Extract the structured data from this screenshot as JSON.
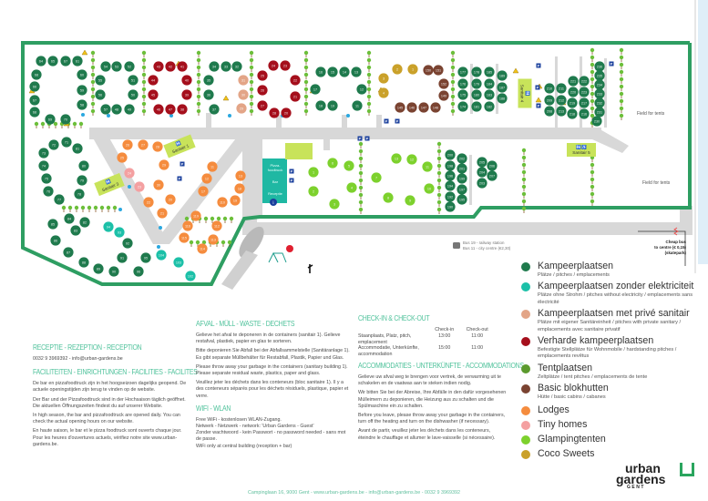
{
  "colors": {
    "camp": "#1f7a4d",
    "teal": "#1cc0a8",
    "salmon": "#e3a587",
    "red": "#a50f1c",
    "tent": "#5b9a2d",
    "brown": "#7a4331",
    "orange": "#f58c3e",
    "pink": "#f4a0a1",
    "lime": "#7dd12d",
    "gold": "#caa12a",
    "border": "#2e9e62",
    "road": "#d8d8d8",
    "heading": "#4fc29b"
  },
  "map": {
    "sanitair": [
      "Sanitair 1",
      "Sanitair 3",
      "Sanitair 4",
      "Sanitair 5"
    ],
    "building": [
      "Pizza-foodtruck",
      "Bar",
      "Receptie"
    ],
    "fields": [
      "Field for tents",
      "Field for tents"
    ],
    "bus": [
      "Bus 19 - railway station",
      "Bus 11 - city centre (€2,30)"
    ],
    "cheap_bus": [
      "Cheap bus",
      "to centre (€ 0,15)",
      "(skatepark)"
    ],
    "pitches": [
      {
        "n": "64",
        "t": "camp"
      },
      {
        "n": "65",
        "t": "camp"
      },
      {
        "n": "67",
        "t": "camp"
      },
      {
        "n": "61",
        "t": "camp"
      },
      {
        "n": "68",
        "t": "camp"
      },
      {
        "n": "66",
        "t": "camp"
      },
      {
        "n": "67",
        "t": "camp"
      },
      {
        "n": "68",
        "t": "camp"
      },
      {
        "n": "69",
        "t": "camp"
      },
      {
        "n": "70",
        "t": "camp"
      },
      {
        "n": "60",
        "t": "camp"
      },
      {
        "n": "59",
        "t": "camp"
      },
      {
        "n": "58",
        "t": "camp"
      },
      {
        "n": "54",
        "t": "camp"
      },
      {
        "n": "53",
        "t": "camp"
      },
      {
        "n": "52",
        "t": "camp"
      },
      {
        "n": "55",
        "t": "camp"
      },
      {
        "n": "51",
        "t": "camp"
      },
      {
        "n": "56",
        "t": "camp"
      },
      {
        "n": "50",
        "t": "camp"
      },
      {
        "n": "57",
        "t": "camp"
      },
      {
        "n": "48",
        "t": "camp"
      },
      {
        "n": "49",
        "t": "camp"
      },
      {
        "n": "43",
        "t": "red"
      },
      {
        "n": "42",
        "t": "red"
      },
      {
        "n": "41",
        "t": "red"
      },
      {
        "n": "44",
        "t": "red"
      },
      {
        "n": "40",
        "t": "red"
      },
      {
        "n": "45",
        "t": "red"
      },
      {
        "n": "39",
        "t": "red"
      },
      {
        "n": "46",
        "t": "red"
      },
      {
        "n": "47",
        "t": "red"
      },
      {
        "n": "38",
        "t": "red"
      },
      {
        "n": "34",
        "t": "camp"
      },
      {
        "n": "33",
        "t": "camp"
      },
      {
        "n": "32",
        "t": "camp"
      },
      {
        "n": "35",
        "t": "camp"
      },
      {
        "n": "36",
        "t": "camp"
      },
      {
        "n": "37",
        "t": "camp"
      },
      {
        "n": "31",
        "t": "salmon"
      },
      {
        "n": "30",
        "t": "salmon"
      },
      {
        "n": "29",
        "t": "salmon"
      },
      {
        "n": "24",
        "t": "red"
      },
      {
        "n": "23",
        "t": "red"
      },
      {
        "n": "25",
        "t": "red"
      },
      {
        "n": "22",
        "t": "red"
      },
      {
        "n": "26",
        "t": "red"
      },
      {
        "n": "21",
        "t": "red"
      },
      {
        "n": "27",
        "t": "red"
      },
      {
        "n": "28",
        "t": "red"
      },
      {
        "n": "20",
        "t": "red"
      },
      {
        "n": "16",
        "t": "camp"
      },
      {
        "n": "15",
        "t": "camp"
      },
      {
        "n": "14",
        "t": "camp"
      },
      {
        "n": "13",
        "t": "camp"
      },
      {
        "n": "17",
        "t": "camp"
      },
      {
        "n": "12",
        "t": "camp"
      },
      {
        "n": "18",
        "t": "camp"
      },
      {
        "n": "19",
        "t": "camp"
      },
      {
        "n": "11",
        "t": "camp"
      },
      {
        "n": "3",
        "t": "gold"
      },
      {
        "n": "2",
        "t": "gold"
      },
      {
        "n": "1",
        "t": "gold"
      },
      {
        "n": "4",
        "t": "gold"
      },
      {
        "n": "150",
        "t": "brown"
      },
      {
        "n": "151",
        "t": "brown"
      },
      {
        "n": "152",
        "t": "brown"
      },
      {
        "n": "149",
        "t": "brown"
      },
      {
        "n": "145",
        "t": "brown"
      },
      {
        "n": "146",
        "t": "brown"
      },
      {
        "n": "147",
        "t": "brown"
      },
      {
        "n": "148",
        "t": "brown"
      },
      {
        "n": "177",
        "t": "camp"
      },
      {
        "n": "178",
        "t": "camp"
      },
      {
        "n": "185",
        "t": "camp"
      },
      {
        "n": "176",
        "t": "camp"
      },
      {
        "n": "179",
        "t": "camp"
      },
      {
        "n": "184",
        "t": "camp"
      },
      {
        "n": "175",
        "t": "camp"
      },
      {
        "n": "180",
        "t": "camp"
      },
      {
        "n": "183",
        "t": "camp"
      },
      {
        "n": "174",
        "t": "camp"
      },
      {
        "n": "181",
        "t": "camp"
      },
      {
        "n": "182",
        "t": "camp"
      },
      {
        "n": "189",
        "t": "camp"
      },
      {
        "n": "187",
        "t": "camp"
      },
      {
        "n": "188",
        "t": "camp"
      },
      {
        "n": "210",
        "t": "camp"
      },
      {
        "n": "209",
        "t": "camp"
      },
      {
        "n": "208",
        "t": "camp"
      },
      {
        "n": "211",
        "t": "camp"
      },
      {
        "n": "212",
        "t": "camp"
      },
      {
        "n": "213",
        "t": "camp"
      },
      {
        "n": "221",
        "t": "camp"
      },
      {
        "n": "220",
        "t": "camp"
      },
      {
        "n": "219",
        "t": "camp"
      },
      {
        "n": "218",
        "t": "camp"
      },
      {
        "n": "222",
        "t": "camp"
      },
      {
        "n": "223",
        "t": "camp"
      },
      {
        "n": "217",
        "t": "camp"
      },
      {
        "n": "216",
        "t": "camp"
      },
      {
        "n": "236",
        "t": "camp"
      },
      {
        "n": "235",
        "t": "camp"
      },
      {
        "n": "234",
        "t": "camp"
      },
      {
        "n": "233",
        "t": "camp"
      },
      {
        "n": "232",
        "t": "camp"
      },
      {
        "n": "231",
        "t": "camp"
      },
      {
        "n": "230",
        "t": "camp"
      },
      {
        "n": "71",
        "t": "camp"
      },
      {
        "n": "72",
        "t": "camp"
      },
      {
        "n": "73",
        "t": "camp"
      },
      {
        "n": "74",
        "t": "camp"
      },
      {
        "n": "75",
        "t": "camp"
      },
      {
        "n": "76",
        "t": "camp"
      },
      {
        "n": "77",
        "t": "camp"
      },
      {
        "n": "81",
        "t": "camp"
      },
      {
        "n": "80",
        "t": "camp"
      },
      {
        "n": "79",
        "t": "camp"
      },
      {
        "n": "78",
        "t": "camp"
      },
      {
        "n": "84",
        "t": "camp"
      },
      {
        "n": "85",
        "t": "camp"
      },
      {
        "n": "83",
        "t": "camp"
      },
      {
        "n": "82",
        "t": "camp"
      },
      {
        "n": "86",
        "t": "camp"
      },
      {
        "n": "87",
        "t": "camp"
      },
      {
        "n": "88",
        "t": "camp"
      },
      {
        "n": "89",
        "t": "camp"
      },
      {
        "n": "90",
        "t": "camp"
      },
      {
        "n": "91",
        "t": "camp"
      },
      {
        "n": "94",
        "t": "teal"
      },
      {
        "n": "93",
        "t": "teal"
      },
      {
        "n": "92",
        "t": "camp"
      },
      {
        "n": "95",
        "t": "camp"
      },
      {
        "n": "96",
        "t": "camp"
      },
      {
        "n": "104",
        "t": "teal"
      },
      {
        "n": "103",
        "t": "teal"
      },
      {
        "n": "102",
        "t": "teal"
      },
      {
        "n": "26",
        "t": "orange"
      },
      {
        "n": "27",
        "t": "orange"
      },
      {
        "n": "28",
        "t": "orange"
      },
      {
        "n": "25",
        "t": "orange"
      },
      {
        "n": "24",
        "t": "pink"
      },
      {
        "n": "23",
        "t": "pink"
      },
      {
        "n": "29",
        "t": "orange"
      },
      {
        "n": "30",
        "t": "orange"
      },
      {
        "n": "22",
        "t": "orange"
      },
      {
        "n": "20",
        "t": "orange"
      },
      {
        "n": "21",
        "t": "orange"
      },
      {
        "n": "119",
        "t": "orange"
      },
      {
        "n": "116",
        "t": "orange"
      },
      {
        "n": "115",
        "t": "orange"
      },
      {
        "n": "112",
        "t": "orange"
      },
      {
        "n": "113",
        "t": "orange"
      },
      {
        "n": "114",
        "t": "orange"
      },
      {
        "n": "110",
        "t": "orange"
      },
      {
        "n": "17",
        "t": "orange"
      },
      {
        "n": "12",
        "t": "orange"
      },
      {
        "n": "18",
        "t": "orange"
      },
      {
        "n": "19",
        "t": "orange"
      },
      {
        "n": "13",
        "t": "orange"
      },
      {
        "n": "11",
        "t": "orange"
      },
      {
        "n": "1",
        "t": "lime"
      },
      {
        "n": "2",
        "t": "lime"
      },
      {
        "n": "3",
        "t": "lime"
      },
      {
        "n": "4",
        "t": "lime"
      },
      {
        "n": "5",
        "t": "lime"
      },
      {
        "n": "6",
        "t": "lime"
      },
      {
        "n": "7",
        "t": "lime"
      },
      {
        "n": "8",
        "t": "lime"
      },
      {
        "n": "9",
        "t": "lime"
      },
      {
        "n": "10",
        "t": "lime"
      },
      {
        "n": "11",
        "t": "lime"
      },
      {
        "n": "12",
        "t": "lime"
      },
      {
        "n": "13",
        "t": "lime"
      },
      {
        "n": "200",
        "t": "camp"
      },
      {
        "n": "202",
        "t": "camp"
      },
      {
        "n": "198",
        "t": "camp"
      },
      {
        "n": "201",
        "t": "camp"
      },
      {
        "n": "196",
        "t": "camp"
      },
      {
        "n": "199",
        "t": "camp"
      },
      {
        "n": "194",
        "t": "camp"
      },
      {
        "n": "197",
        "t": "camp"
      },
      {
        "n": "192",
        "t": "camp"
      },
      {
        "n": "195",
        "t": "camp"
      },
      {
        "n": "190",
        "t": "camp"
      },
      {
        "n": "205",
        "t": "camp"
      },
      {
        "n": "204",
        "t": "camp"
      },
      {
        "n": "203",
        "t": "camp"
      },
      {
        "n": "206",
        "t": "camp"
      },
      {
        "n": "207",
        "t": "camp"
      }
    ]
  },
  "reception": {
    "title": "Receptie - Rezeption - Reception",
    "contact": "0032 9 3969392 - info@urban-gardens.be"
  },
  "facilities": {
    "title": "Faciliteiten - Einrichtungen - Facilities - Facilites",
    "paragraphs": [
      "De bar en pizzafoodtruck zijn in het hoogseizoen dagelijks geopend. De actuele openingstijden zijn terug te vinden op de website.",
      "Der Bar und der Pizzafoodtruck sind in der Hochsaison täglich geöffnet. Die aktuellen Öffnungszeiten findest du auf unserer Website.",
      "In high season, the bar and pizzafoodtruck are opened daily. You can check the actual opening hours on our website.",
      "En haute saison, le bar et le pizza foodtruck sont ouverts chaque jour. Pour les heures d'ouvertures actuels, vérifiez notre site www.urban-gardens.be."
    ]
  },
  "waste": {
    "title": "Afval - Müll - Waste - Dechets",
    "paragraphs": [
      "Gelieve het afval te deponeren in de containers (sanitair 1). Gelieve restafval, plastiek, papier en glas te sorteren.",
      "Bitte deponieren Sie Abfall bei der Abfallsammelstelle (Sanitäranlage 1). Es gibt separate Müllbehälter für Restabfall, Plastik, Papier und Glas.",
      "Please throw away your garbage in the containers (sanitary building 1). Please separate residual waste, plastics, paper and glass.",
      "Veuillez jeter les déchets dans les conteneurs (bloc sanitaire 1). Il y a des conteneurs séparés pour les déchets résiduels, plastique, papier et verre."
    ]
  },
  "wifi": {
    "title": "Wifi - WLAN",
    "lines": [
      "Free WiFi - kostenlosen WLAN-Zugang.",
      "Netwerk - Netzwerk - network: 'Urban Gardens - Guest'",
      "Zonder wachtwoord - kein Passwort - no password needed - sans mot de passe.",
      "WiFi only at central building (reception + bar)"
    ]
  },
  "checkin": {
    "title": "Check-in & Check-out",
    "headers": [
      "Check-in",
      "Check-out"
    ],
    "rows": [
      {
        "label": "Staanplaats, Platz, pitch, emplacement",
        "in": "13:00",
        "out": "11:00"
      },
      {
        "label": "Accommodatie, Unterkünfte, accommodation",
        "in": "15:00",
        "out": "11:00"
      }
    ]
  },
  "accommodations": {
    "title": "Accommodaties - Unterkünfte - Accommodations",
    "paragraphs": [
      "Gelieve uw afval weg te brengen voor vertrek, de verwarming uit te schakelen en de vaatwas aan te steken indien nodig.",
      "Wir bitten Sie bei der Abreise, Ihre Abfälle in den dafür vorgesehenen Mülleimern zu deponieren, die Heizung aus zu schalten und die Spülmaschine ein zu schalten.",
      "Before you leave, please throw away your garbage in the containers, turn off the heating and turn on the dishwasher (if necessary).",
      "Avant de partir, veuillez jeter les déchets dans les conteneurs, éteindre le chauffage et allumer le lave-vaisselle (si nécessaire)."
    ]
  },
  "legend": [
    {
      "title": "Kampeerplaatsen",
      "sub": "Plätze / pitches / emplacements",
      "color": "#1f7a4d"
    },
    {
      "title": "Kampeerplaatsen zonder elektriciteit",
      "sub": "Plätze ohne Strohm / pitches without electricity / emplacements sans électricité",
      "color": "#1cc0a8"
    },
    {
      "title": "Kampeerplaatsen met privé sanitair",
      "sub": "Plätze mit eigener Sanitäreinheit / pitches with private sanitary / emplacements avec sanitaire privatif",
      "color": "#e3a587"
    },
    {
      "title": "Verharde kampeerplaatsen",
      "sub": "Befestigte Stellplätze für Wohnmobile / hardstanding pitches / emplacements revêtus",
      "color": "#a50f1c"
    },
    {
      "title": "Tentplaatsen",
      "sub": "Zeltplätze / tent pitches / emplacements de tente",
      "color": "#5b9a2d"
    },
    {
      "title": "Basic blokhutten",
      "sub": "Hütte / basic cabins / cabanes",
      "color": "#7a4331"
    },
    {
      "title": "Lodges",
      "sub": null,
      "color": "#f58c3e"
    },
    {
      "title": "Tiny homes",
      "sub": null,
      "color": "#f4a0a1"
    },
    {
      "title": "Glampingtenten",
      "sub": null,
      "color": "#7dd12d"
    },
    {
      "title": "Coco Sweets",
      "sub": null,
      "color": "#caa12a"
    }
  ],
  "logo": {
    "line1": "urban",
    "line2": "gardens",
    "line3": "GENT"
  },
  "footer": "Campinglaan 16, 9000 Gent - www.urban-gardens.be - info@urban-gardens.be - 0032 9 3969392"
}
